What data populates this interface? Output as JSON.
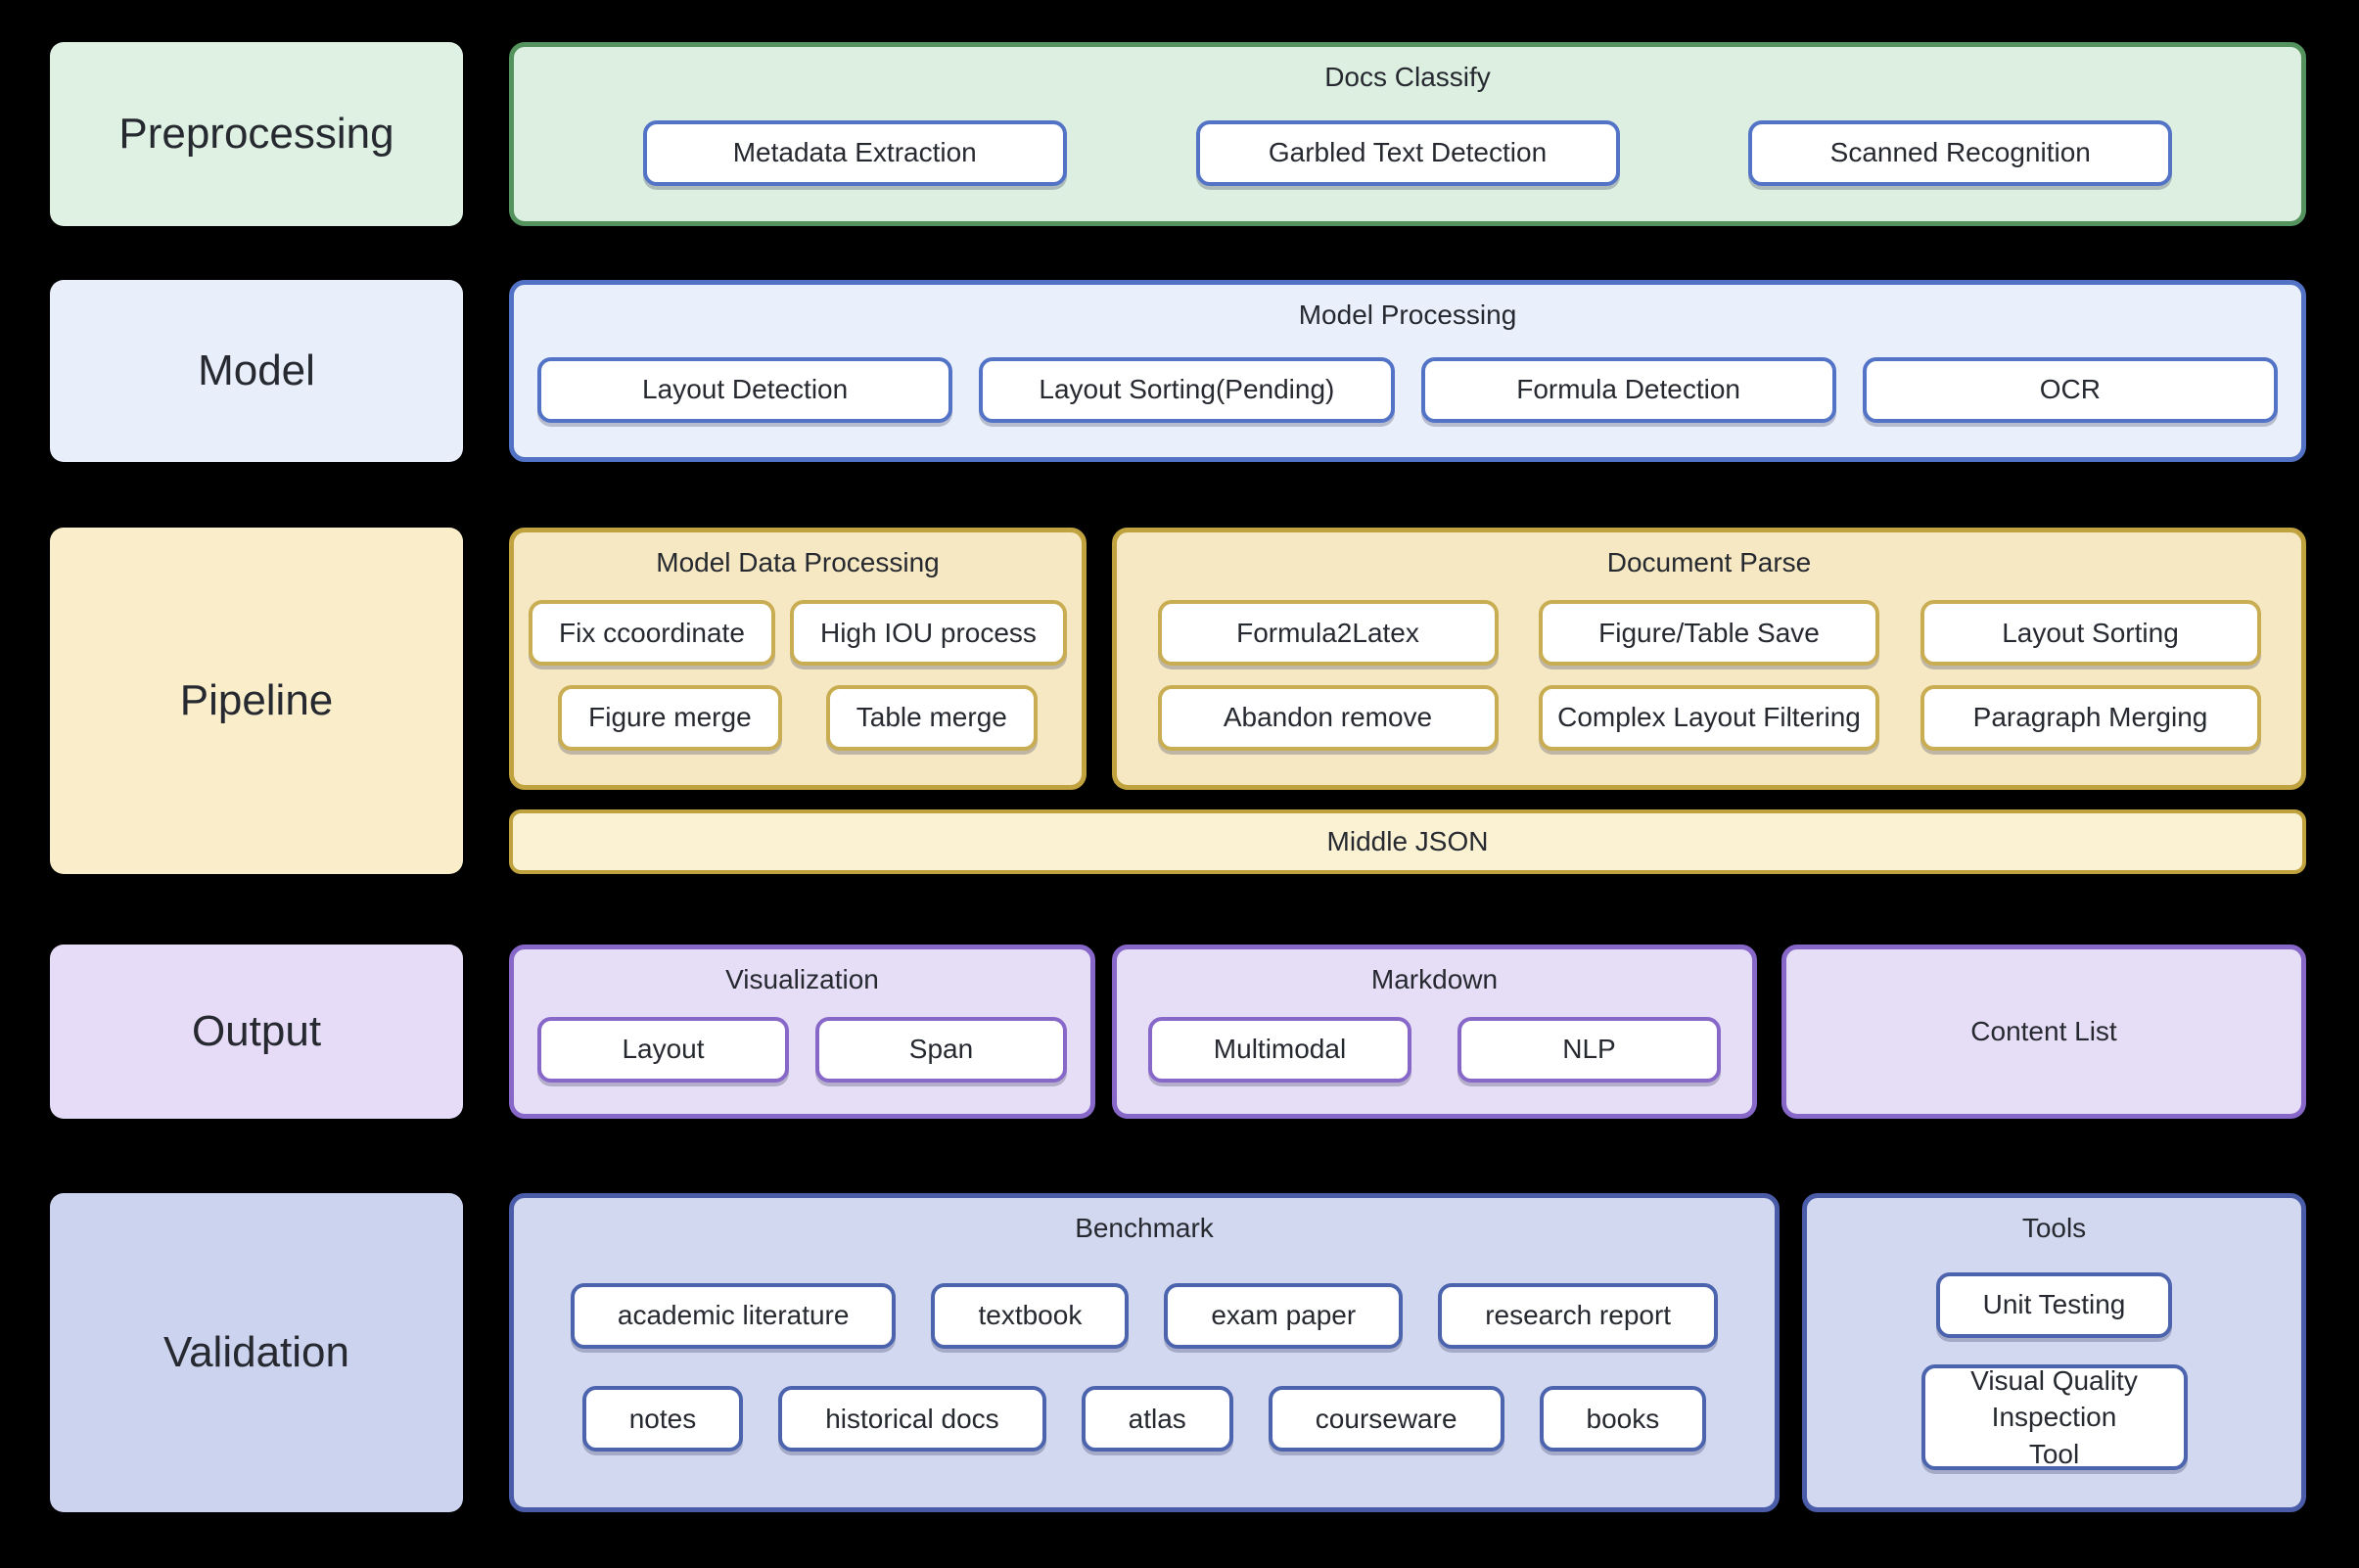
{
  "preprocessing": {
    "label": "Preprocessing",
    "docs_classify": {
      "title": "Docs Classify",
      "buttons": [
        "Metadata Extraction",
        "Garbled Text Detection",
        "Scanned Recognition"
      ]
    }
  },
  "model": {
    "label": "Model",
    "model_processing": {
      "title": "Model Processing",
      "buttons": [
        "Layout Detection",
        "Layout Sorting(Pending)",
        "Formula Detection",
        "OCR"
      ]
    }
  },
  "pipeline": {
    "label": "Pipeline",
    "model_data_processing": {
      "title": "Model Data Processing",
      "rows": [
        [
          "Fix ccoordinate",
          "High IOU process"
        ],
        [
          "Figure merge",
          "Table merge"
        ]
      ]
    },
    "document_parse": {
      "title": "Document Parse",
      "rows": [
        [
          "Formula2Latex",
          "Figure/Table Save",
          "Layout Sorting"
        ],
        [
          "Abandon remove",
          "Complex Layout Filtering",
          "Paragraph Merging"
        ]
      ]
    },
    "middle_json": "Middle JSON"
  },
  "output": {
    "label": "Output",
    "visualization": {
      "title": "Visualization",
      "buttons": [
        "Layout",
        "Span"
      ]
    },
    "markdown": {
      "title": "Markdown",
      "buttons": [
        "Multimodal",
        "NLP"
      ]
    },
    "content_list": "Content List"
  },
  "validation": {
    "label": "Validation",
    "benchmark": {
      "title": "Benchmark",
      "rows": [
        [
          "academic literature",
          "textbook",
          "exam paper",
          "research report"
        ],
        [
          "notes",
          "historical docs",
          "atlas",
          "courseware",
          "books"
        ]
      ]
    },
    "tools": {
      "title": "Tools",
      "buttons": [
        "Unit Testing",
        "Visual Quality Inspection Tool"
      ]
    }
  },
  "colors": {
    "background": "#000000",
    "text": "#262930",
    "green_label": "#def1e2",
    "green_fill": "#dcefe0",
    "green_border": "#55935e",
    "blue_label": "#e9eefb",
    "blue_fill": "#eaf0fb",
    "blue_border": "#5273c5",
    "blue_button_border": "#5374c6",
    "yellow_label": "#faeeca",
    "yellow_fill": "#f6e8c2",
    "yellow_border": "#c0a23f",
    "yellow_button_border": "#c9ad52",
    "middle_json_fill": "#fbf2d3",
    "purple_label": "#e7dcf7",
    "purple_fill": "#e6ddf6",
    "purple_border": "#8768c9",
    "indigo_label": "#ccd3ee",
    "indigo_fill": "#d2d8f0",
    "indigo_border": "#4a5ca8",
    "indigo_button_border": "#4c64ae",
    "node_fill": "#ffffff"
  }
}
